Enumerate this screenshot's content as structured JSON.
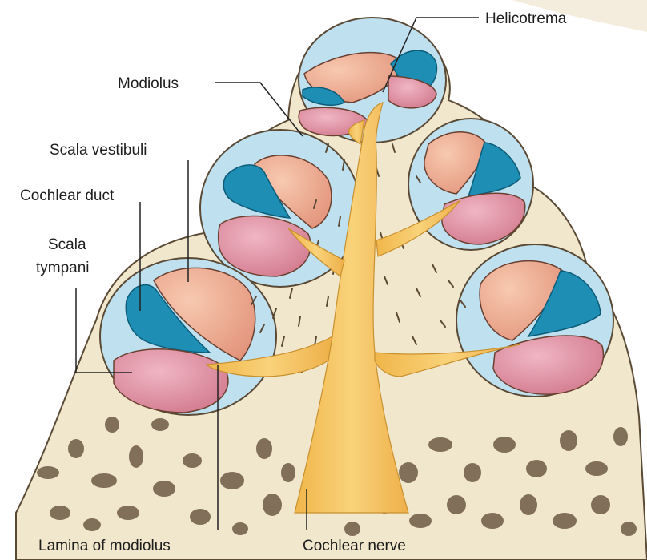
{
  "figure": {
    "labels": {
      "helicotrema": "Helicotrema",
      "modiolus": "Modiolus",
      "scala_vestibuli": "Scala vestibuli",
      "cochlear_duct": "Cochlear duct",
      "scala_tympani_line1": "Scala",
      "scala_tympani_line2": "tympani",
      "lamina_of_modiolus": "Lamina of modiolus",
      "cochlear_nerve": "Cochlear nerve"
    },
    "colors": {
      "background": "#ffffff",
      "bone": "#f1e7cc",
      "bone_outline": "#5a4a35",
      "spongy_bone": "#6e5b45",
      "perilymph_halo": "#bfe0ef",
      "scala_vestibuli": "#eda88e",
      "scala_tympani": "#df8ea2",
      "cochlear_duct": "#1e8eb4",
      "nerve": "#f5c35e",
      "leader_line": "#222222"
    }
  }
}
